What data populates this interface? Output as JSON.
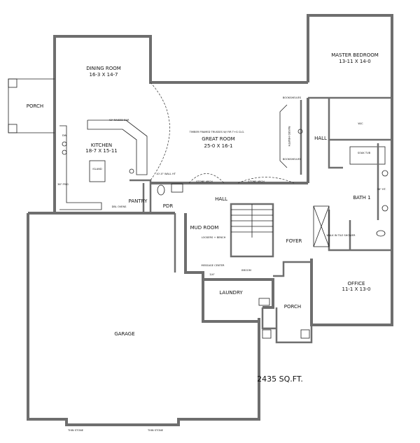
{
  "rooms": {
    "dining": {
      "name": "DINING ROOM",
      "size": "16-3 X 14-7"
    },
    "porch_left": {
      "name": "PORCH"
    },
    "kitchen": {
      "name": "KITCHEN",
      "size": "18-7 X 15-11"
    },
    "great": {
      "name": "GREAT ROOM",
      "size": "25-0 X 16-1",
      "note": "TIMBER FRAMED TRUSSES W/ FIR T+G CLG."
    },
    "master": {
      "name": "MASTER BEDROOM",
      "size": "13-11 X 14-0"
    },
    "wic": {
      "name": "W/C"
    },
    "hall_right": {
      "name": "HALL"
    },
    "bath": {
      "name": "BATH 1"
    },
    "pdr": {
      "name": "PDR"
    },
    "pantry": {
      "name": "PANTRY"
    },
    "hall": {
      "name": "HALL"
    },
    "mud": {
      "name": "MUD ROOM"
    },
    "foyer": {
      "name": "FOYER"
    },
    "laundry": {
      "name": "LAUNDRY"
    },
    "porch_front": {
      "name": "PORCH"
    },
    "office": {
      "name": "OFFICE",
      "size": "11-1 X 13-0"
    },
    "garage": {
      "name": "GARAGE"
    }
  },
  "notes": {
    "raised_bar": "42\" RAISED BAR",
    "dw": "DW",
    "island": "ISLAND",
    "frig": "36\" FRIG",
    "ovens": "DBL OVENS",
    "wall_ht": "10'-0\" WALL HT",
    "stone_arch_1": "STONE ARCH",
    "stone_arch_2": "STONE ARCH",
    "bookshelves_1": "BOOKSHELVES",
    "bookshelves_2": "BOOKSHELVES",
    "hearth": "RAISED HEARTH",
    "soak_tub": "SOAK TUB",
    "vanity_ht": "36\" HT.",
    "shower": "WALK IN TILE SHOWER",
    "lockers": "LOCKERS + BENCH",
    "message": "MESSAGE CENTER",
    "three_quarter": "3/4\"",
    "broom": "BROOM",
    "thin_stone_1": "THIN STONE",
    "thin_stone_2": "THIN STONE"
  },
  "total_area": "2435 SQ.FT."
}
